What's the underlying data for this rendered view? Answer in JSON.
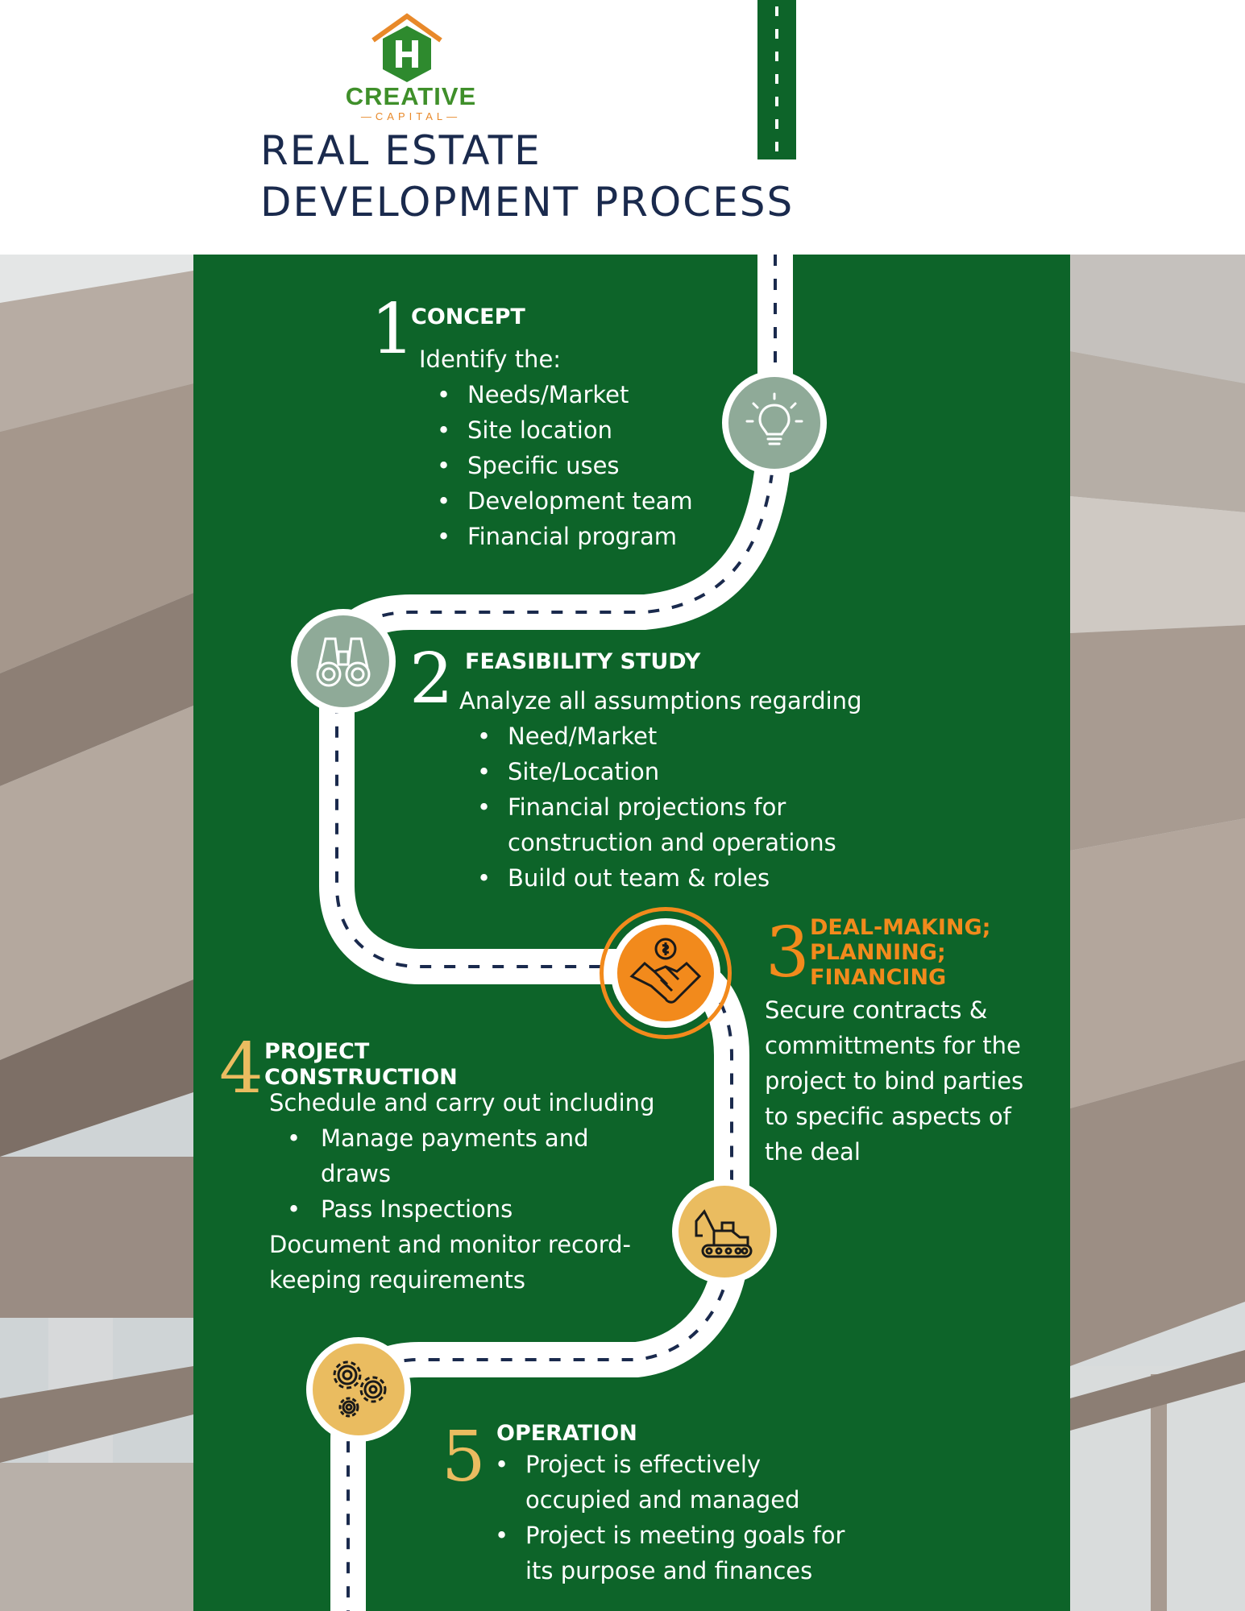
{
  "brand": {
    "name": "CREATIVE",
    "sub": "—CAPITAL—"
  },
  "title": {
    "line1": "REAL ESTATE",
    "line2": "DEVELOPMENT PROCESS"
  },
  "colors": {
    "panel": "#0d6429",
    "navy": "#1a2a4d",
    "orange": "#f28a1c",
    "gold": "#eabc60",
    "sage": "#8faa98"
  },
  "steps": [
    {
      "number": "1",
      "title": "CONCEPT",
      "icon": "lightbulb-icon",
      "intro": "Identify the:",
      "bullets": [
        "Needs/Market",
        "Site location",
        "Specific uses",
        "Development team",
        "Financial program"
      ]
    },
    {
      "number": "2",
      "title": "FEASIBILITY STUDY",
      "icon": "binoculars-icon",
      "intro": "Analyze all assumptions regarding",
      "bullets": [
        "Need/Market",
        "Site/Location",
        "Financial projections for construction and operations",
        "Build out team & roles"
      ]
    },
    {
      "number": "3",
      "title_lines": [
        "DEAL-MAKING;",
        "PLANNING;",
        "FINANCING"
      ],
      "icon": "handshake-dollar-icon",
      "desc_lines": [
        "Secure contracts &",
        "committments for the",
        "project to bind parties",
        "to specific aspects of",
        "the deal"
      ]
    },
    {
      "number": "4",
      "title_lines": [
        "PROJECT",
        "CONSTRUCTION"
      ],
      "icon": "excavator-icon",
      "intro": "Schedule and carry out including",
      "bullets": [
        "Manage payments and draws",
        "Pass Inspections"
      ],
      "outro_lines": [
        "Document and monitor record-",
        "keeping requirements"
      ]
    },
    {
      "number": "5",
      "title": "OPERATION",
      "icon": "gears-icon",
      "bullets": [
        "Project is effectively occupied and managed",
        "Project is meeting goals for its purpose and finances"
      ]
    }
  ]
}
